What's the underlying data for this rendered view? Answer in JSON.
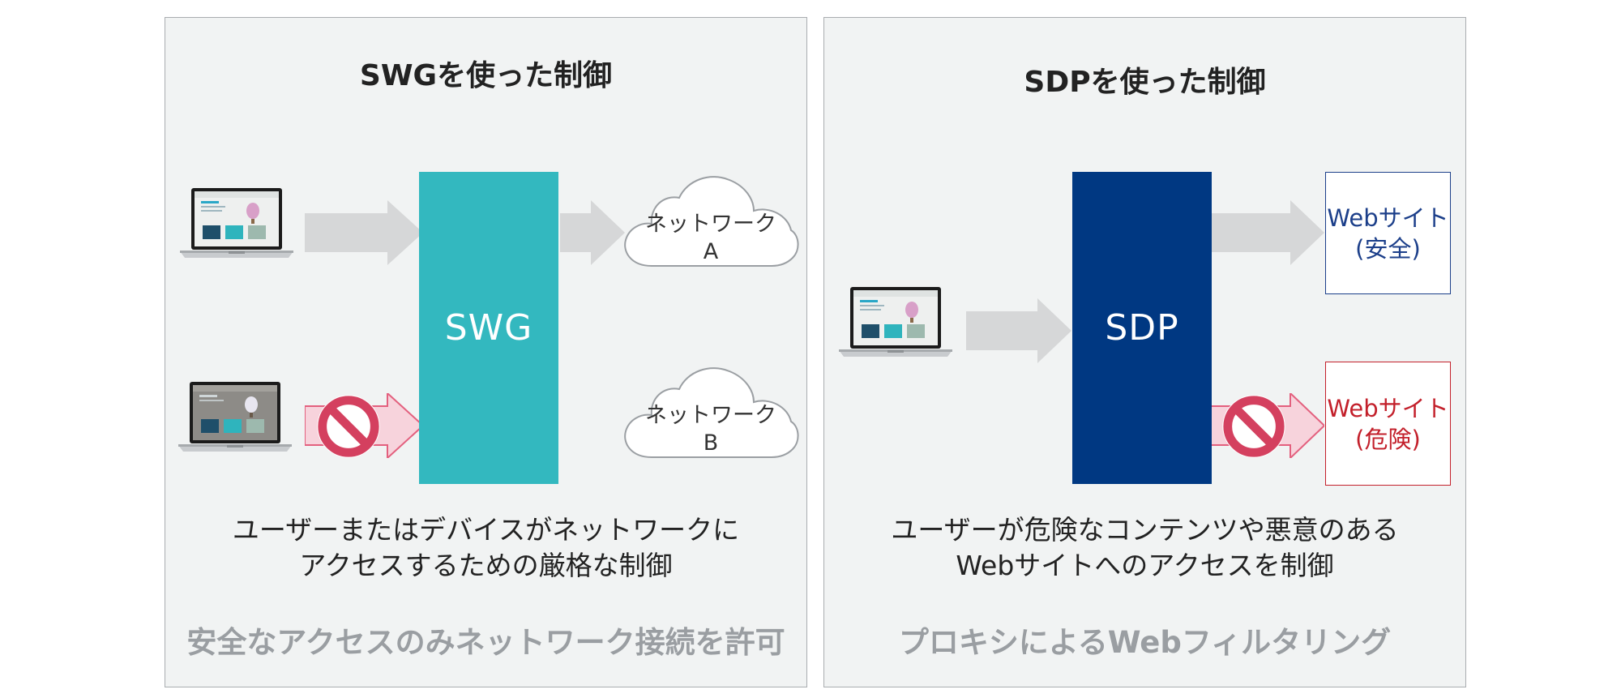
{
  "swg_panel": {
    "title": "SWGを使った制御",
    "box_label": "SWG",
    "network_a": [
      "ネットワーク",
      "A"
    ],
    "network_b": [
      "ネットワーク",
      "B"
    ],
    "description": [
      "ユーザーまたはデバイスがネットワークに",
      "アクセスするための厳格な制御"
    ],
    "footer": "安全なアクセスのみネットワーク接続を許可"
  },
  "sdp_panel": {
    "title": "SDPを使った制御",
    "box_label": "SDP",
    "site_safe": [
      "Webサイト",
      "(安全)"
    ],
    "site_danger": [
      "Webサイト",
      "(危険)"
    ],
    "description": [
      "ユーザーが危険なコンテンツや悪意のある",
      "Webサイトへのアクセスを制御"
    ],
    "footer": "プロキシによるWebフィルタリング"
  },
  "colors": {
    "swg_box": "#33b8bf",
    "sdp_box": "#003882",
    "arrow_gray": "#d6d7d8",
    "block_red": "#d4405f",
    "block_arrow_fill": "#f7d3dc",
    "safe_blue": "#1c3f8a",
    "danger_red": "#c3202b"
  }
}
